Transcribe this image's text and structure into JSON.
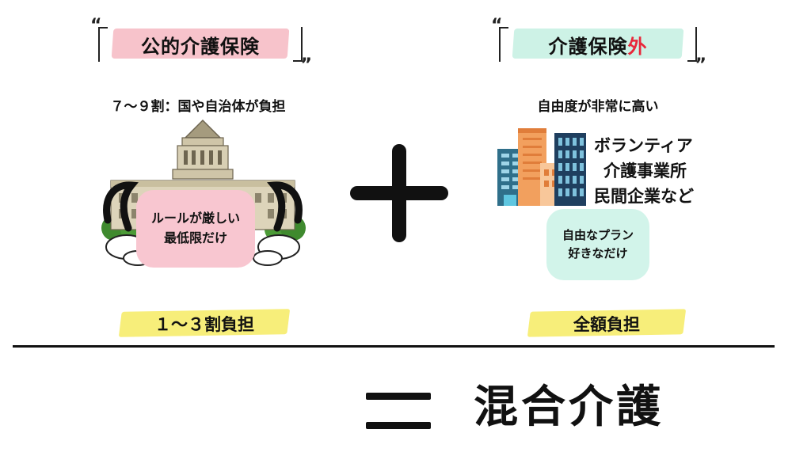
{
  "left": {
    "title": "公的介護保険",
    "subtitle": "７～９割：国や自治体が負担",
    "bubble_lines": [
      "ルールが厳しい",
      "最低限だけ"
    ],
    "cost": "１～３割負担"
  },
  "operator": "＋",
  "right": {
    "title_main": "介護保険",
    "title_accent": "外",
    "subtitle": "自由度が非常に高い",
    "providers": [
      "ボランティア",
      "介護事業所",
      "民間企業など"
    ],
    "bubble_lines": [
      "自由なプラン",
      "好きなだけ"
    ],
    "cost": "全額負担"
  },
  "result": {
    "equals": "＝",
    "label": "混合介護"
  },
  "colors": {
    "pink_brush": "#f7c3cb",
    "mint_brush": "#cdf2e6",
    "yellow_marker": "#f7ee7a",
    "pink_bubble": "#f8c6d0",
    "mint_bubble": "#d2f4ea",
    "accent_red": "#e8283a"
  },
  "icons": {
    "left_illustration": "diet-building-icon",
    "right_illustration": "office-buildings-icon"
  }
}
